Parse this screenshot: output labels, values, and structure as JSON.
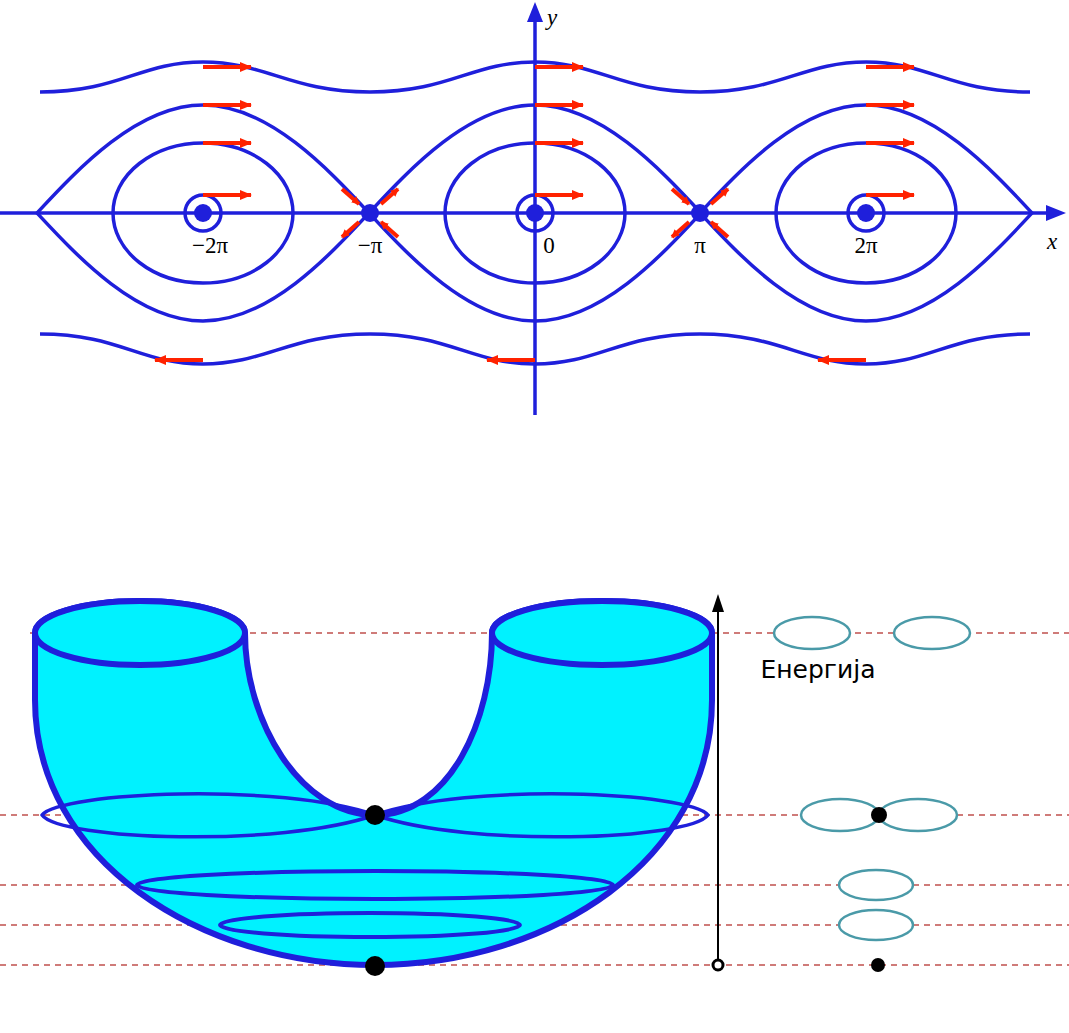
{
  "diagram": {
    "labels": [
      "y",
      "x",
      "−2π",
      "−π",
      "0",
      "π",
      "2π",
      "Енергија"
    ]
  }
}
